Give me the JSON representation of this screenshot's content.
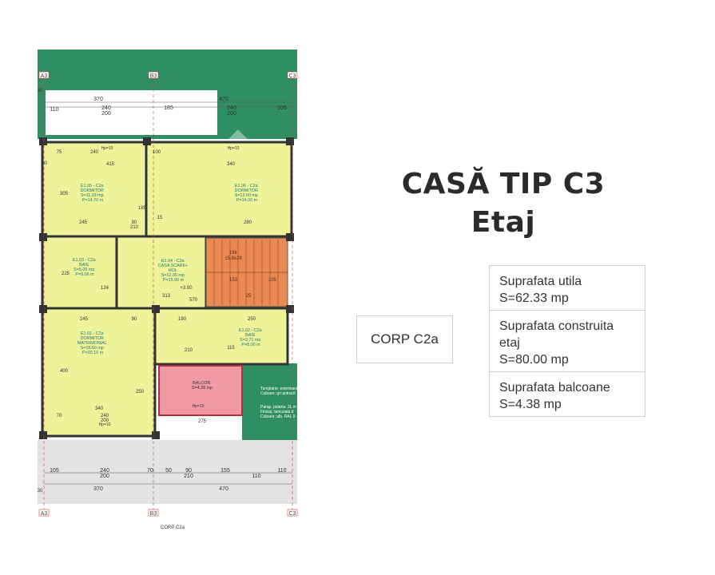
{
  "page": {
    "title": "CASĂ TIP C3",
    "subtitle": "Etaj"
  },
  "corp_label": "CORP C2a",
  "stats": [
    {
      "label": "Suprafata utila",
      "value": "S=62.33  mp"
    },
    {
      "label": "Suprafata construita etaj",
      "value": "S=80.00  mp"
    },
    {
      "label": "Suprafata balcoane",
      "value": "S=4.38  mp"
    }
  ],
  "colors": {
    "room_fill": "#eef39a",
    "stair_fill": "#e98a52",
    "balcony_fill": "#f19aa6",
    "site_green": "#2f8f63",
    "paving": "#e3e3e3",
    "wall": "#333333",
    "title_text": "#2b2b2b"
  },
  "plan": {
    "grid_top": [
      "A3",
      "B3",
      "C3"
    ],
    "grid_bottom": [
      "A3",
      "B3",
      "C3"
    ],
    "dims_top": {
      "row1": [
        "370",
        "470"
      ],
      "row2": [
        "110",
        "240",
        "185",
        "240",
        "105"
      ],
      "row2_sub": [
        "200",
        "200"
      ]
    },
    "dims_bottom": {
      "row1": [
        "105",
        "240",
        "70",
        "50",
        "90",
        "155",
        "110"
      ],
      "row1_sub": [
        "200",
        "210",
        "110"
      ],
      "row2": [
        "370",
        "470"
      ]
    },
    "side_dims": [
      "30",
      "30",
      "30",
      "30",
      "30"
    ],
    "rooms": [
      {
        "lines": [
          "E1.05 - C2a",
          "DORMITOR",
          "S=11.33 mp",
          "P=14.70 m"
        ]
      },
      {
        "lines": [
          "E1.06 - C2a",
          "DORMITOR",
          "S=12.00 mp",
          "P=14.00 m"
        ]
      },
      {
        "lines": [
          "E1.03 - C2a",
          "BAIE",
          "S=5.05 mp",
          "P=9.06 m"
        ]
      },
      {
        "lines": [
          "E1.04 - C2a",
          "CASA SCARII+",
          "HOL",
          "S=12.00 mp",
          "P=15.90 m"
        ]
      },
      {
        "lines": [
          "E1.01 - C2a",
          "DORMITOR",
          "MATRIMONIAL",
          "S=16.60 mp",
          "P=20.10 m"
        ]
      },
      {
        "lines": [
          "E1.02 - C2a",
          "BAIE",
          "S=3.71 mp",
          "P=8.00 m"
        ]
      },
      {
        "lines": [
          "BALCON",
          "S=4.38 mp"
        ]
      }
    ],
    "stair": {
      "label": "19tr",
      "spec": "15.8x28",
      "width": "153",
      "height": "105",
      "level": "+3.00",
      "end": "25"
    },
    "room_dims": [
      "75",
      "240",
      "100",
      "415",
      "340",
      "305",
      "245",
      "90",
      "210",
      "15",
      "280",
      "225",
      "124",
      "313",
      "570",
      "245",
      "90",
      "190",
      "250",
      "400",
      "250",
      "70",
      "340",
      "240",
      "200",
      "115",
      "275",
      "210",
      "185"
    ],
    "hp_labels": [
      "Hp=10",
      "Hp=10",
      "Hp=10",
      "Hp=10"
    ],
    "spec_lines": [
      "Tamplarie: exterioara",
      "Culoare: gri antracit",
      "Parap. pidaria: 3L m",
      "Finisaj: tencuiala d",
      "Culoare: alb, RAL 9"
    ],
    "corp_caption": "CORP C2a"
  }
}
